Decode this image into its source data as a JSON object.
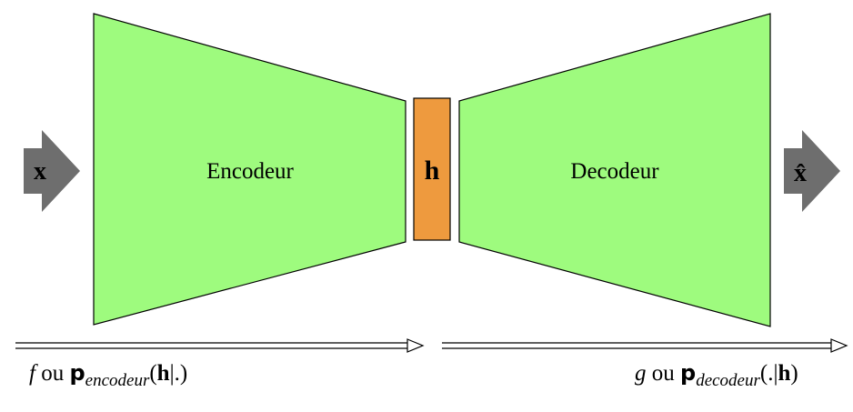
{
  "colors": {
    "block_fill": "#9efb7e",
    "code_fill": "#ee9a3e",
    "arrow_fill": "#6e6e6e",
    "outline": "#000000"
  },
  "diagram": {
    "input_label": "x",
    "encoder_label": "Encodeur",
    "code_label": "h",
    "decoder_label": "Decodeur",
    "output_label": "x̂"
  },
  "captions": {
    "encoder": {
      "fn": "f",
      "or": " ou ",
      "p": "p",
      "sub": "encodeur",
      "open": "(",
      "h": "h",
      "rest": "|.)"
    },
    "decoder": {
      "fn": "g",
      "or": " ou ",
      "p": "p",
      "sub": "decodeur",
      "open": "(.|",
      "h": "h",
      "rest": ")"
    }
  }
}
